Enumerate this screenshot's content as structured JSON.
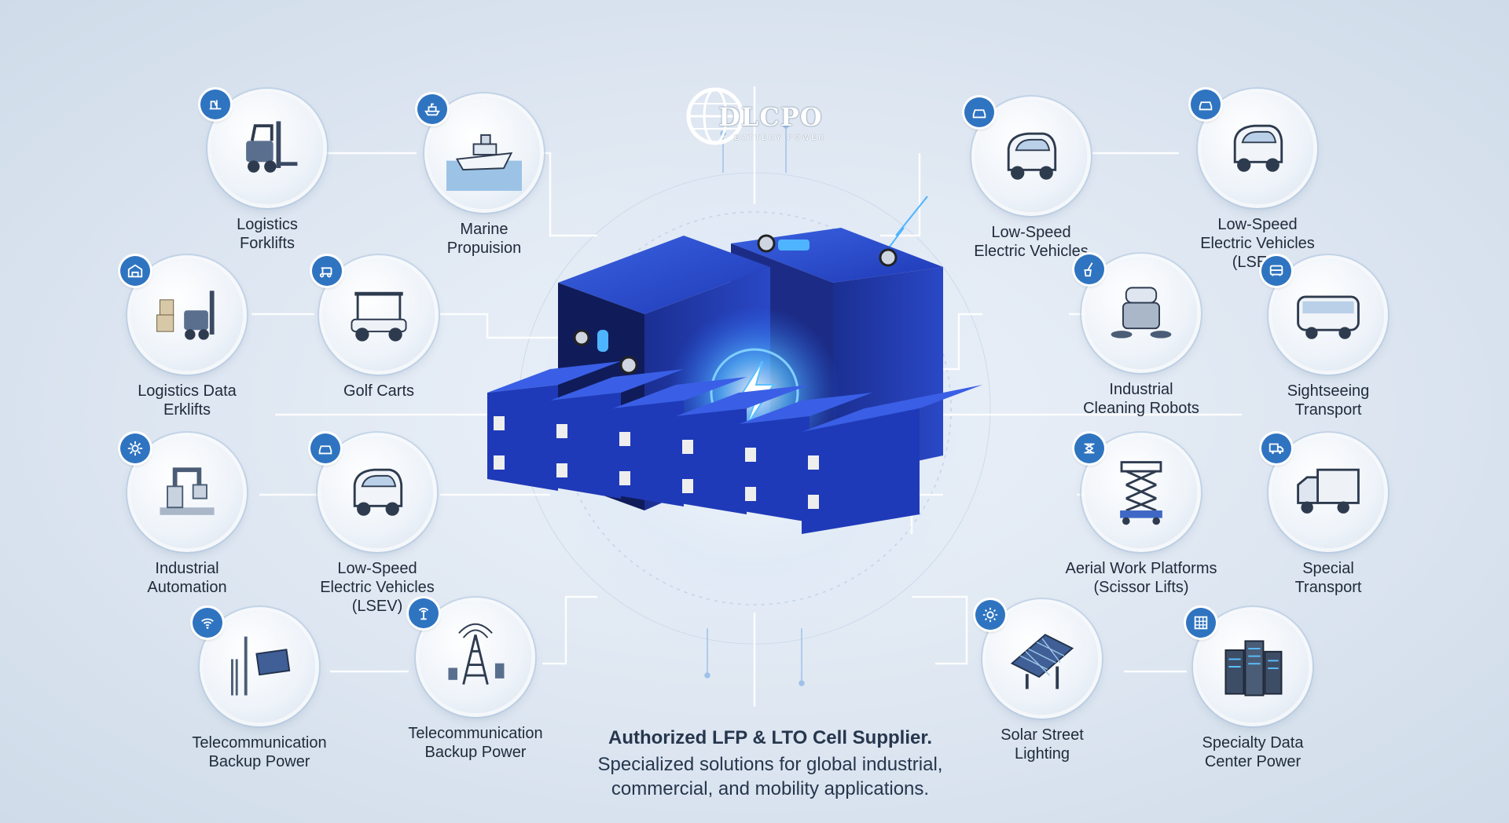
{
  "logo": {
    "text": "DLCPO",
    "subtitle": "BATTERY POWER"
  },
  "tagline": {
    "headline": "Authorized LFP & LTO Cell Supplier.",
    "body": "Specialized solutions for global industrial,\ncommercial, and mobility applications."
  },
  "applications": [
    {
      "id": "logistics-forklifts",
      "label": "Logistics\nForklifts",
      "icon": "forklift-icon",
      "badge": "forklift-badge-icon"
    },
    {
      "id": "marine-propulsion",
      "label": "Marine\nPropuision",
      "icon": "boat-icon",
      "badge": "ship-badge-icon"
    },
    {
      "id": "logistics-data-erklifts",
      "label": "Logistics Data\nErklifts",
      "icon": "forklift-pallet-icon",
      "badge": "warehouse-badge-icon"
    },
    {
      "id": "golf-carts",
      "label": "Golf Carts",
      "icon": "golf-cart-icon",
      "badge": "golf-cart-badge-icon"
    },
    {
      "id": "industrial-automation",
      "label": "Industrial\nAutomation",
      "icon": "robotic-arm-icon",
      "badge": "gear-badge-icon"
    },
    {
      "id": "lsev-left",
      "label": "Low-Speed\nElectric Vehicles\n(LSEV)",
      "icon": "ev-car-icon",
      "badge": "car-badge-icon"
    },
    {
      "id": "telecom-backup-left",
      "label": "Telecommunication\nBackup Power",
      "icon": "solar-pole-icon",
      "badge": "wifi-badge-icon"
    },
    {
      "id": "telecom-backup-center",
      "label": "Telecommunication\nBackup Power",
      "icon": "cell-tower-icon",
      "badge": "antenna-badge-icon"
    },
    {
      "id": "lsev-top-1",
      "label": "Low-Speed\nElectric Vehicles",
      "icon": "ev-car-icon",
      "badge": "car-badge-icon"
    },
    {
      "id": "lsev-top-2",
      "label": "Low-Speed\nElectric Vehicles (LSEV)",
      "icon": "ev-car-icon",
      "badge": "car-badge-icon"
    },
    {
      "id": "industrial-cleaning-robots",
      "label": "Industrial\nCleaning Robots",
      "icon": "cleaning-robot-icon",
      "badge": "broom-badge-icon"
    },
    {
      "id": "sightseeing-transport",
      "label": "Sightseeing\nTransport",
      "icon": "bus-icon",
      "badge": "bus-badge-icon"
    },
    {
      "id": "aerial-work-platforms",
      "label": "Aerial Work Platforms\n(Scissor Lifts)",
      "icon": "scissor-lift-icon",
      "badge": "lift-badge-icon"
    },
    {
      "id": "special-transport",
      "label": "Special\nTransport",
      "icon": "truck-icon",
      "badge": "truck-badge-icon"
    },
    {
      "id": "solar-street-lighting",
      "label": "Solar Street\nLighting",
      "icon": "solar-panel-icon",
      "badge": "sun-badge-icon"
    },
    {
      "id": "specialty-data-center",
      "label": "Specialty Data\nCenter Power",
      "icon": "server-rack-icon",
      "badge": "grid-badge-icon"
    }
  ],
  "colors": {
    "accent": "#2f74c0",
    "cell_blue": "#1f3fc8",
    "glow": "#4fb4ff",
    "label": "#1f2a3a"
  }
}
